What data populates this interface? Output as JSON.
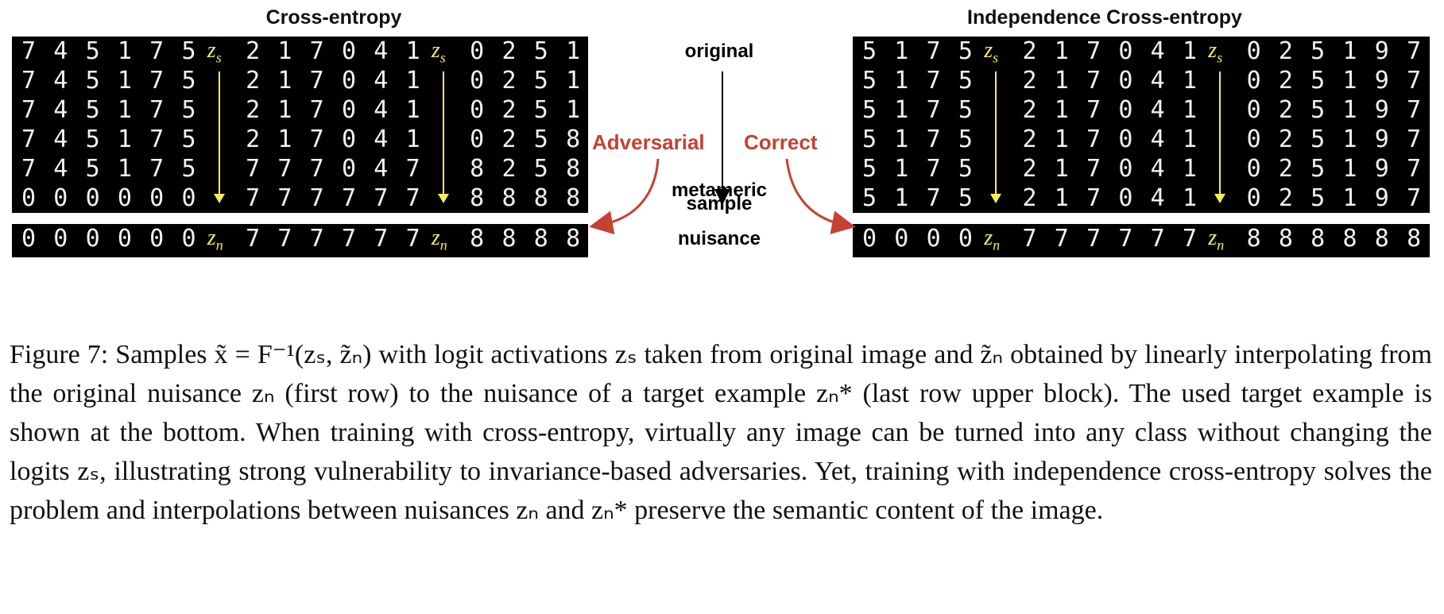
{
  "left_title": "Cross-entropy",
  "right_title": "Independence Cross-entropy",
  "mid_labels": {
    "top": "original",
    "middle_line1": "metameric",
    "middle_line2": "sample",
    "bottom": "nuisance"
  },
  "arrow_labels": {
    "left": "Adversarial",
    "right": "Correct"
  },
  "z_s_label": "z",
  "z_s_sub": "s",
  "z_n_label": "z",
  "z_n_sub": "n",
  "left_grid": {
    "rows": [
      [
        "7",
        "4",
        "5",
        "1",
        "7",
        "5",
        "",
        "2",
        "1",
        "7",
        "0",
        "4",
        "1",
        "",
        "0",
        "2",
        "5",
        "1"
      ],
      [
        "7",
        "4",
        "5",
        "1",
        "7",
        "5",
        "",
        "2",
        "1",
        "7",
        "0",
        "4",
        "1",
        "",
        "0",
        "2",
        "5",
        "1"
      ],
      [
        "7",
        "4",
        "5",
        "1",
        "7",
        "5",
        "",
        "2",
        "1",
        "7",
        "0",
        "4",
        "1",
        "",
        "0",
        "2",
        "5",
        "1"
      ],
      [
        "7",
        "4",
        "5",
        "1",
        "7",
        "5",
        "",
        "2",
        "1",
        "7",
        "0",
        "4",
        "1",
        "",
        "0",
        "2",
        "5",
        "8"
      ],
      [
        "7",
        "4",
        "5",
        "1",
        "7",
        "5",
        "",
        "7",
        "7",
        "7",
        "0",
        "4",
        "7",
        "",
        "8",
        "2",
        "5",
        "8"
      ],
      [
        "0",
        "0",
        "0",
        "0",
        "0",
        "0",
        "",
        "7",
        "7",
        "7",
        "7",
        "7",
        "7",
        "",
        "8",
        "8",
        "8",
        "8"
      ]
    ],
    "nuisance": [
      "0",
      "0",
      "0",
      "0",
      "0",
      "0",
      "",
      "7",
      "7",
      "7",
      "7",
      "7",
      "7",
      "",
      "8",
      "8",
      "8",
      "8"
    ]
  },
  "right_grid": {
    "rows": [
      [
        "5",
        "1",
        "7",
        "5",
        "",
        "2",
        "1",
        "7",
        "0",
        "4",
        "1",
        "",
        "0",
        "2",
        "5",
        "1",
        "9",
        "7"
      ],
      [
        "5",
        "1",
        "7",
        "5",
        "",
        "2",
        "1",
        "7",
        "0",
        "4",
        "1",
        "",
        "0",
        "2",
        "5",
        "1",
        "9",
        "7"
      ],
      [
        "5",
        "1",
        "7",
        "5",
        "",
        "2",
        "1",
        "7",
        "0",
        "4",
        "1",
        "",
        "0",
        "2",
        "5",
        "1",
        "9",
        "7"
      ],
      [
        "5",
        "1",
        "7",
        "5",
        "",
        "2",
        "1",
        "7",
        "0",
        "4",
        "1",
        "",
        "0",
        "2",
        "5",
        "1",
        "9",
        "7"
      ],
      [
        "5",
        "1",
        "7",
        "5",
        "",
        "2",
        "1",
        "7",
        "0",
        "4",
        "1",
        "",
        "0",
        "2",
        "5",
        "1",
        "9",
        "7"
      ],
      [
        "5",
        "1",
        "7",
        "5",
        "",
        "2",
        "1",
        "7",
        "0",
        "4",
        "1",
        "",
        "0",
        "2",
        "5",
        "1",
        "9",
        "7"
      ]
    ],
    "nuisance": [
      "0",
      "0",
      "0",
      "0",
      "",
      "7",
      "7",
      "7",
      "7",
      "7",
      "7",
      "",
      "8",
      "8",
      "8",
      "8",
      "8",
      "8"
    ]
  },
  "caption": {
    "p1": "Figure 7: Samples x̃ = F⁻¹(zₛ, z̃ₙ) with logit activations zₛ taken from original image and z̃ₙ obtained by linearly interpolating from the original nuisance zₙ (first row) to the nuisance of a target example zₙ* (last row upper block). The used target example is shown at the bottom. When training with cross-entropy, virtually any image can be turned into any class without changing the logits zₛ, illustrating strong vulnerability to invariance-based adversaries. Yet, training with independence cross-entropy solves the problem and interpolations between nuisances zₙ and zₙ* preserve the semantic content of the image."
  }
}
